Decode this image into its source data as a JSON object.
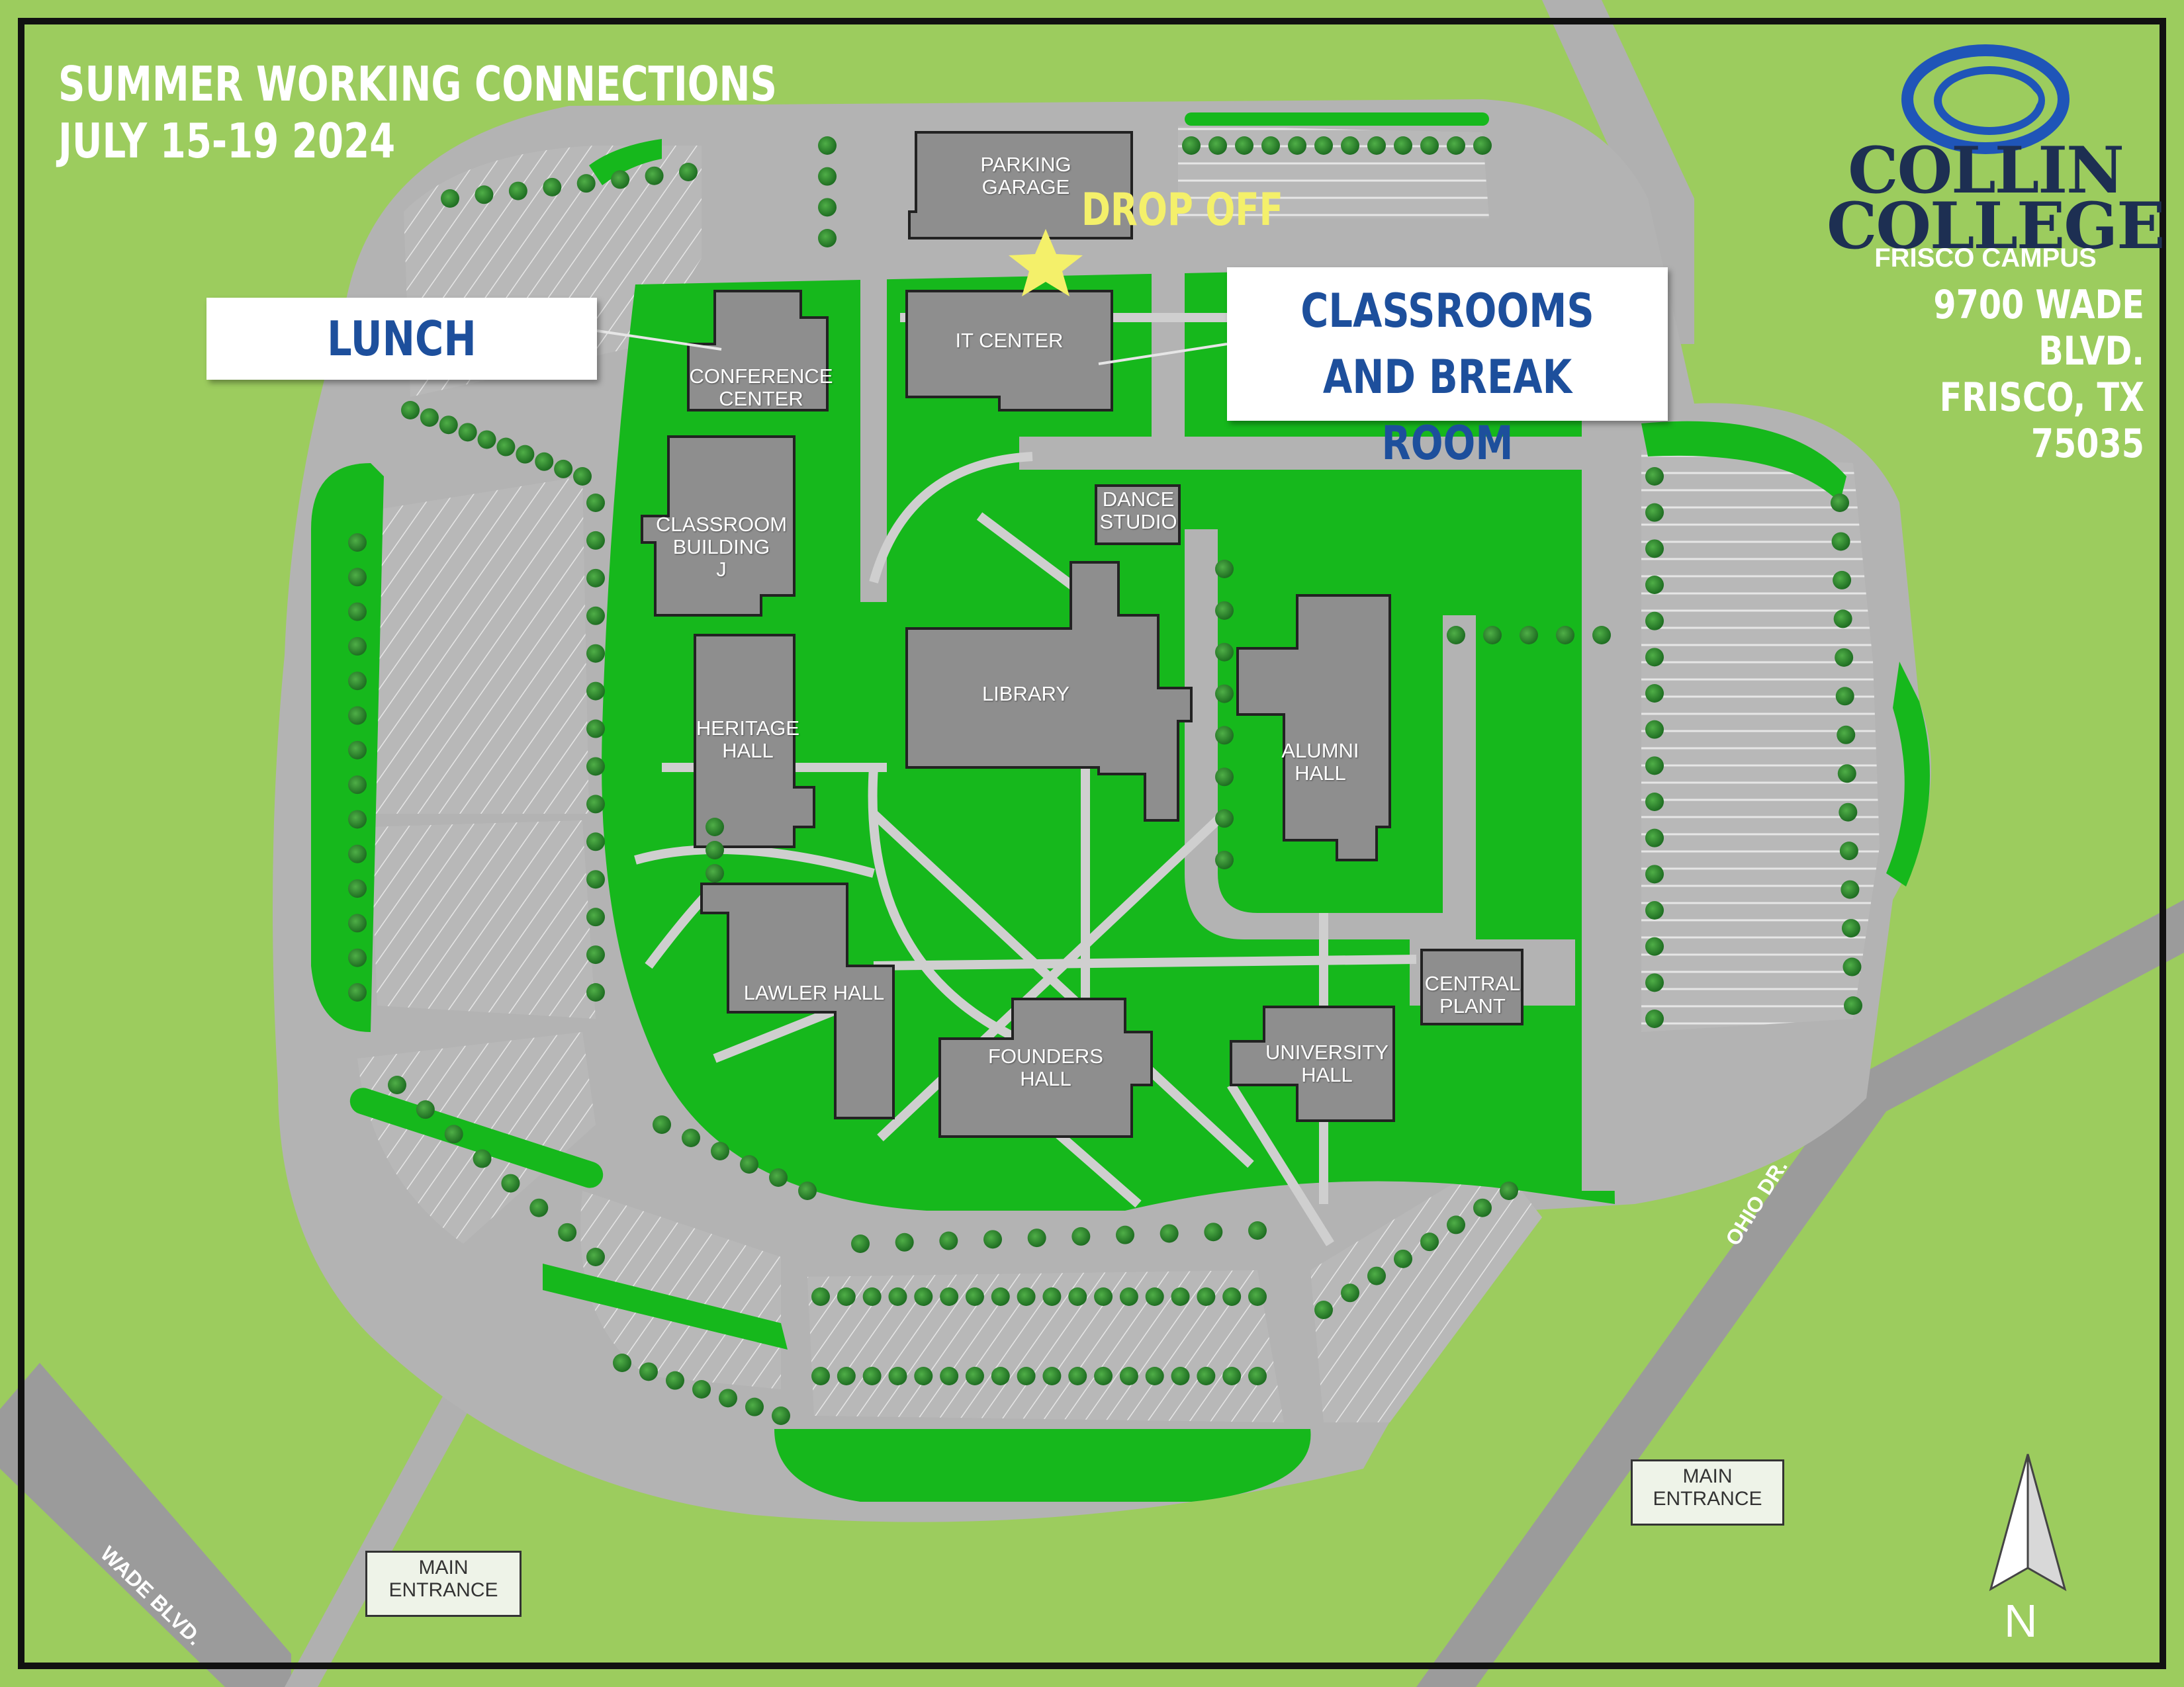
{
  "header": {
    "event_line1": "SUMMER WORKING CONNECTIONS",
    "event_line2": "JULY 15-19 2024"
  },
  "logo": {
    "name": "COLLIN\nCOLLEGE",
    "campus": "FRISCO CAMPUS",
    "address": "9700 WADE BLVD.\nFRISCO, TX  75035"
  },
  "callouts": {
    "lunch": "LUNCH",
    "classrooms_line1": "CLASSROOMS",
    "classrooms_line2": "AND BREAK ROOM",
    "drop_off": "DROP OFF"
  },
  "buildings": {
    "parking_garage": "PARKING\nGARAGE",
    "it_center": "IT CENTER",
    "conference_center": "CONFERENCE\nCENTER",
    "classroom_building_j": "CLASSROOM\nBUILDING\nJ",
    "dance_studio": "DANCE\nSTUDIO",
    "library": "LIBRARY",
    "heritage_hall": "HERITAGE\nHALL",
    "alumni_hall": "ALUMNI\nHALL",
    "lawler_hall": "LAWLER HALL",
    "central_plant": "CENTRAL\nPLANT",
    "founders_hall": "FOUNDERS\nHALL",
    "university_hall": "UNIVERSITY\nHALL"
  },
  "entrances": {
    "west": "MAIN\nENTRANCE",
    "east": "MAIN\nENTRANCE"
  },
  "roads": {
    "wade": "WADE BLVD.",
    "ohio": "OHIO DR."
  },
  "compass": {
    "label": "N"
  },
  "colors": {
    "outside_grass": "#9ccc5e",
    "campus_lawn": "#16b81c",
    "pavement": "#b3b3b3",
    "building": "#8e8e8e",
    "callout_text": "#1d4f9c",
    "drop_off_text": "#f4f06a",
    "logo_blue": "#1f55b8"
  }
}
